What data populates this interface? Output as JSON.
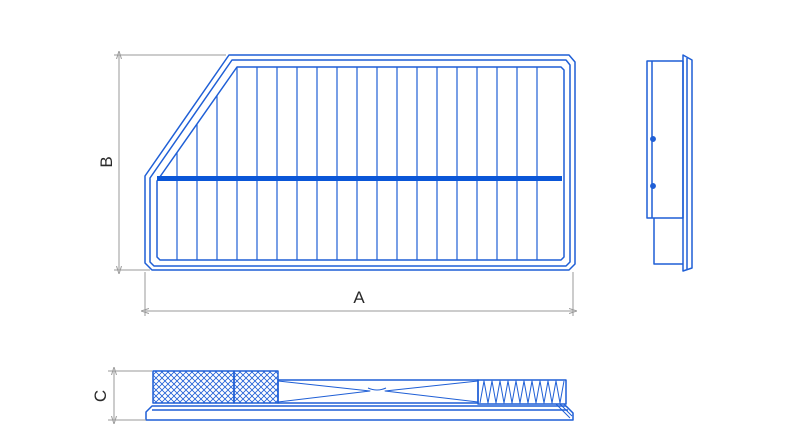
{
  "dimensions": {
    "a": "A",
    "b": "B",
    "c": "C"
  },
  "colors": {
    "outline": "#1f5fd6",
    "band": "#0a56d8",
    "dimension_line": "#9a9a9a",
    "label": "#2a2a2a"
  }
}
